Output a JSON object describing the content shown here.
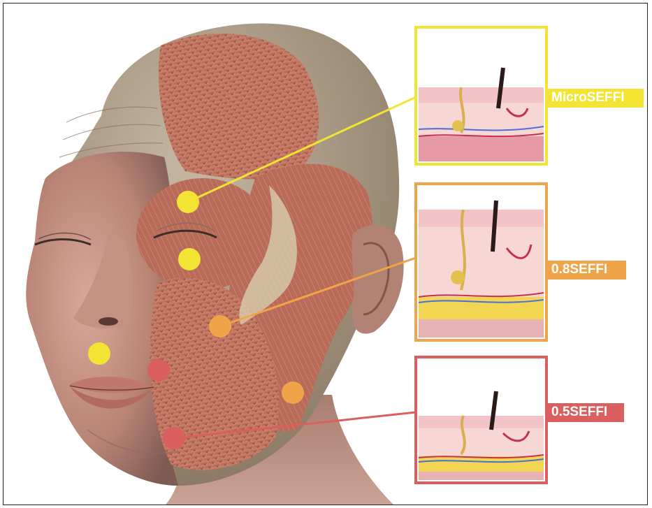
{
  "labels": {
    "micro": "MicroSEFFI",
    "point8": "0.8SEFFI",
    "point5": "0.5SEFFI"
  },
  "colors": {
    "micro": "#f3e433",
    "point8": "#f0a449",
    "point5": "#dc5f5f"
  }
}
